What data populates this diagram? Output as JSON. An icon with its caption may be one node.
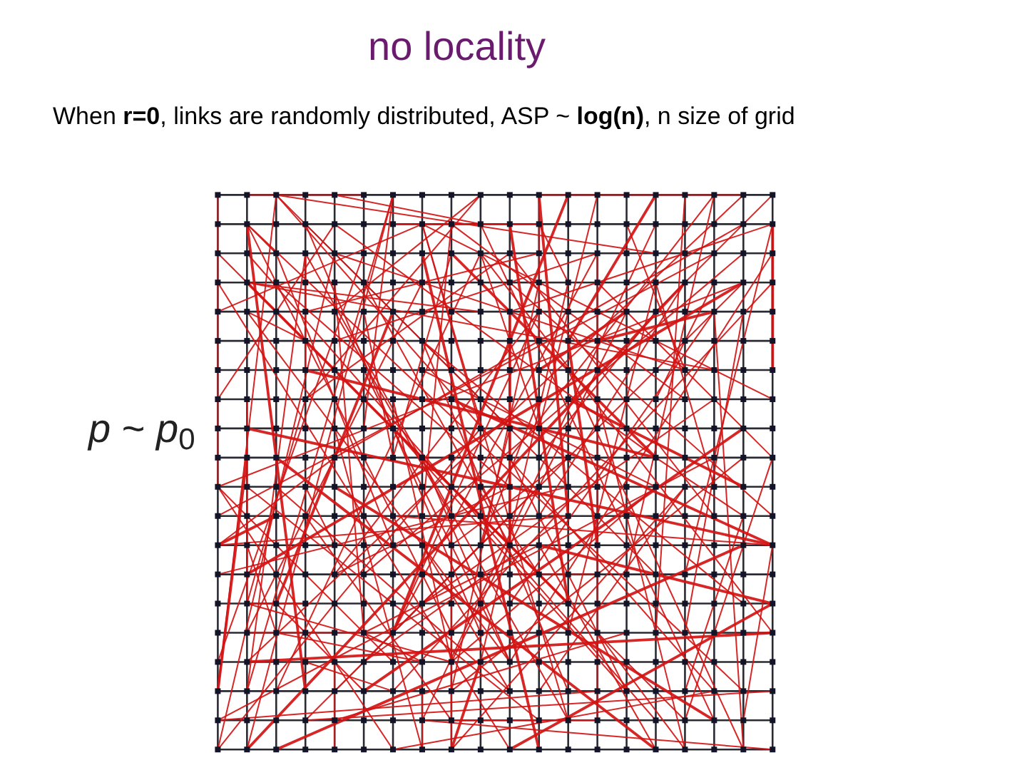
{
  "diagram": {
    "title": "no locality",
    "labels": [
      "When **r=0**, links are randomly distributed, ASP ~ **log(n)**, n size of grid",
      "*p* ~ *p*$_{0}$"
    ]
  }
}
